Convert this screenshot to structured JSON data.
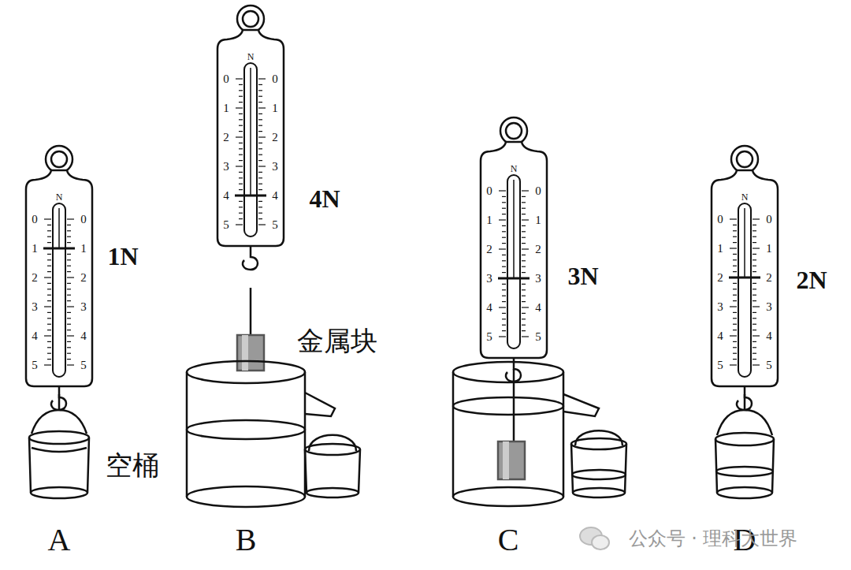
{
  "diagram": {
    "labels": [
      "N",
      "0",
      "1",
      "2",
      "3",
      "4",
      "5",
      "0",
      "1",
      "2",
      "3",
      "4",
      "5",
      "N",
      "0",
      "1",
      "2",
      "3",
      "4",
      "5",
      "0",
      "1",
      "2",
      "3",
      "4",
      "5",
      "N",
      "0",
      "1",
      "2",
      "3",
      "4",
      "5",
      "0",
      "1",
      "2",
      "3",
      "4",
      "5",
      "N",
      "0",
      "1",
      "2",
      "3",
      "4",
      "5",
      "0",
      "1",
      "2",
      "3",
      "4",
      "5",
      "1N",
      "4N",
      "3N",
      "2N",
      "空桶",
      "金属块",
      "A",
      "B",
      "C",
      "D",
      "公众号 · 理科大世界"
    ]
  }
}
